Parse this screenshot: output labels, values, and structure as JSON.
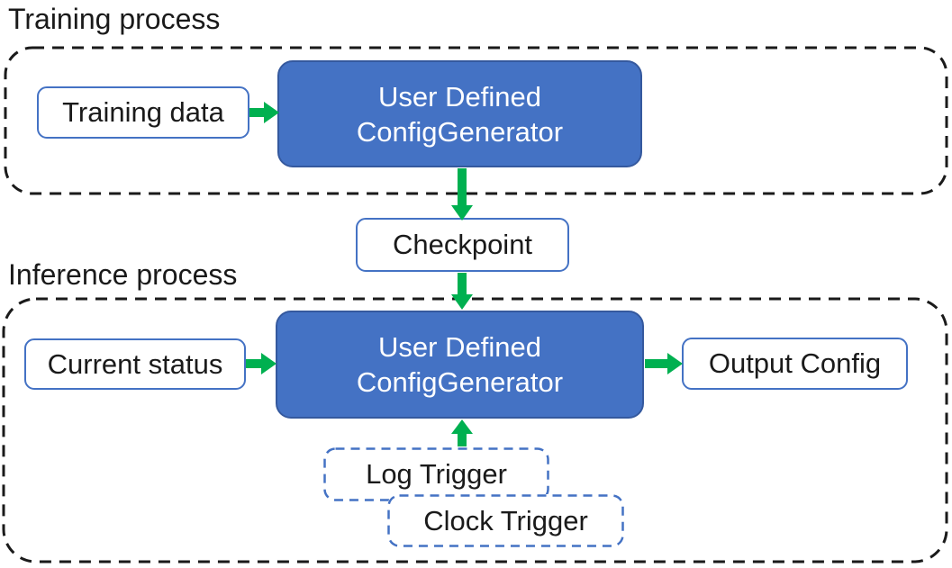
{
  "colors": {
    "canvas-bg": "#ffffff",
    "node-fill": "#4472C4",
    "node-border": "#35599E",
    "io-border": "#4472C4",
    "trigger-border": "#4472C4",
    "container-border": "#1a1a1a",
    "arrow": "#00B050",
    "text-dark": "#1a1a1a",
    "text-light": "#ffffff"
  },
  "sections": {
    "training": {
      "label": "Training process"
    },
    "inference": {
      "label": "Inference process"
    }
  },
  "nodes": {
    "training_data": {
      "label": "Training data"
    },
    "training_generator": {
      "line1": "User Defined",
      "line2": "ConfigGenerator"
    },
    "checkpoint": {
      "label": "Checkpoint"
    },
    "current_status": {
      "label": "Current status"
    },
    "inference_generator": {
      "line1": "User Defined",
      "line2": "ConfigGenerator"
    },
    "output_config": {
      "label": "Output Config"
    },
    "log_trigger": {
      "label": "Log Trigger"
    },
    "clock_trigger": {
      "label": "Clock Trigger"
    }
  }
}
